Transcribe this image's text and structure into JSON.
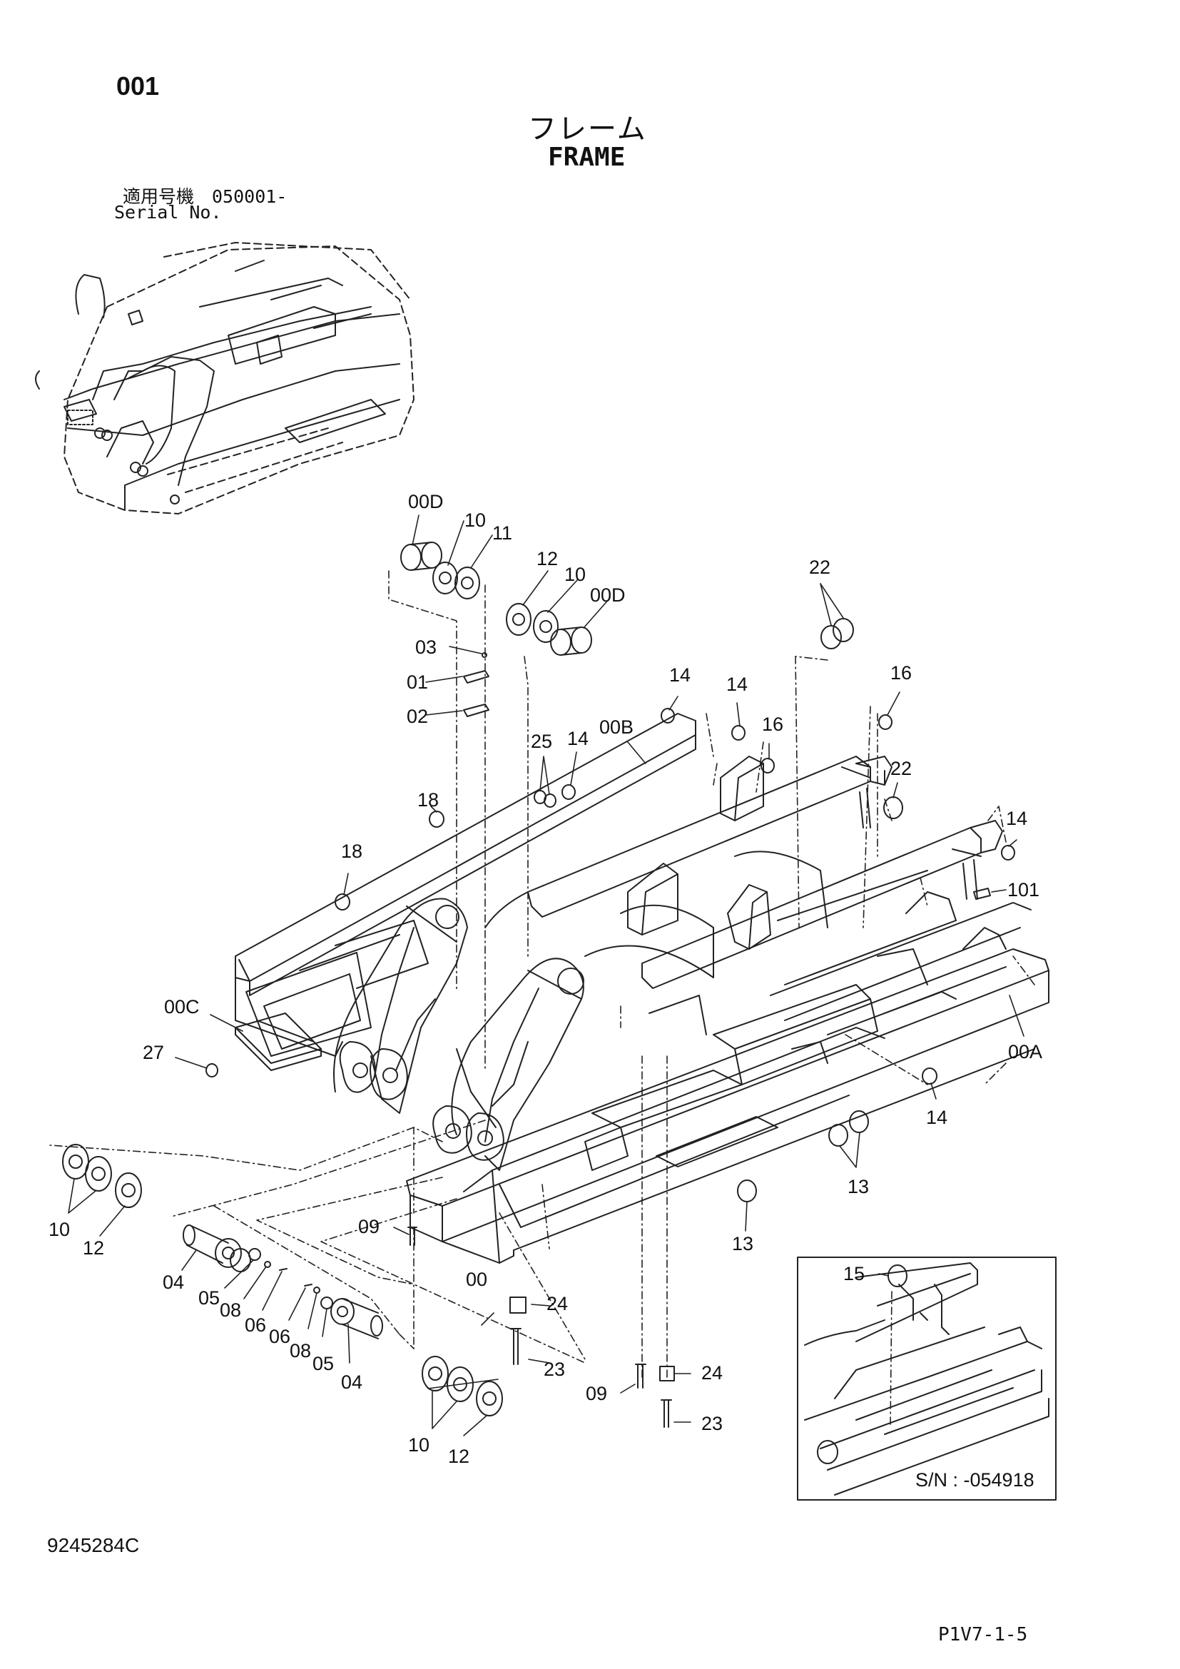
{
  "header": {
    "page_no": "001",
    "title_jp": "フレーム",
    "title_en": "FRAME",
    "serial_jp": "適用号機　050001-",
    "serial_en": "Serial No."
  },
  "footer": {
    "doc_no": "9245284C",
    "page_code": "P1V7-1-5"
  },
  "inset": {
    "serial_label": "S/N : -054918",
    "callout_15": "15"
  },
  "callouts": {
    "c00D_a": "00D",
    "c10_a": "10",
    "c11": "11",
    "c12_a": "12",
    "c10_b": "10",
    "c00D_b": "00D",
    "c22_a": "22",
    "c03": "03",
    "c01": "01",
    "c02": "02",
    "c14_a": "14",
    "c14_b": "14",
    "c16_a": "16",
    "c16_b": "16",
    "c00B": "00B",
    "c25": "25",
    "c14_c": "14",
    "c18_a": "18",
    "c22_b": "22",
    "c14_d": "14",
    "c18_b": "18",
    "c101": "101",
    "c00C": "00C",
    "c27": "27",
    "c00A": "00A",
    "c14_e": "14",
    "c13_a": "13",
    "c13_b": "13",
    "c10_c": "10",
    "c12_b": "12",
    "c09_a": "09",
    "c04_a": "04",
    "c05_a": "05",
    "c08_a": "08",
    "c06_a": "06",
    "c06_b": "06",
    "c08_b": "08",
    "c05_b": "05",
    "c04_b": "04",
    "c00": "00",
    "c24_a": "24",
    "c23_a": "23",
    "c10_d": "10",
    "c12_c": "12",
    "c09_b": "09",
    "c24_b": "24",
    "c23_b": "23"
  }
}
